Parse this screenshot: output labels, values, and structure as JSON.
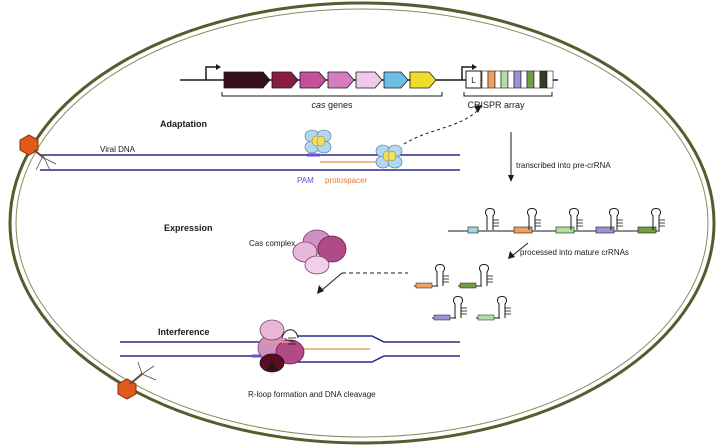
{
  "genome": {
    "cas_label_italic": "cas",
    "cas_label_rest": " genes",
    "crispr_label": "CRISPR array",
    "leader_label": "L",
    "cas_gene_colors": [
      "#3a0f1c",
      "#8b1d44",
      "#c44f9a",
      "#d47ec0",
      "#f0c8ec",
      "#6cc0e8",
      "#f0dc2a"
    ],
    "spacer_colors": [
      "#f0a060",
      "#b0e0a0",
      "#a090d8",
      "#70a040",
      "#2e3e1e"
    ]
  },
  "stages": {
    "adaptation": "Adaptation",
    "expression": "Expression",
    "interference": "Interference"
  },
  "labels": {
    "viral_dna": "Viral DNA",
    "pam": "PAM",
    "protospacer": "protospacer",
    "transcribed": "transcribed into pre-crRNA",
    "processed": "processed into mature crRNAs",
    "cas_complex": "Cas complex",
    "rloop": "R-loop formation and DNA cleavage"
  },
  "colors": {
    "cell_border": "#5a5a2e",
    "dna": "#2a2a8c",
    "pam": "#6a4fd0",
    "protospacer": "#e8a070",
    "phage": "#e05a1a",
    "cas_protein": "#c060a0"
  },
  "crrna_colors": [
    "#a0d8e8",
    "#f0a060",
    "#b0e0a0",
    "#a090d8",
    "#70a040"
  ],
  "mature_crrna_colors": [
    "#f0a060",
    "#70a040",
    "#a090d8",
    "#b0e0a0"
  ]
}
